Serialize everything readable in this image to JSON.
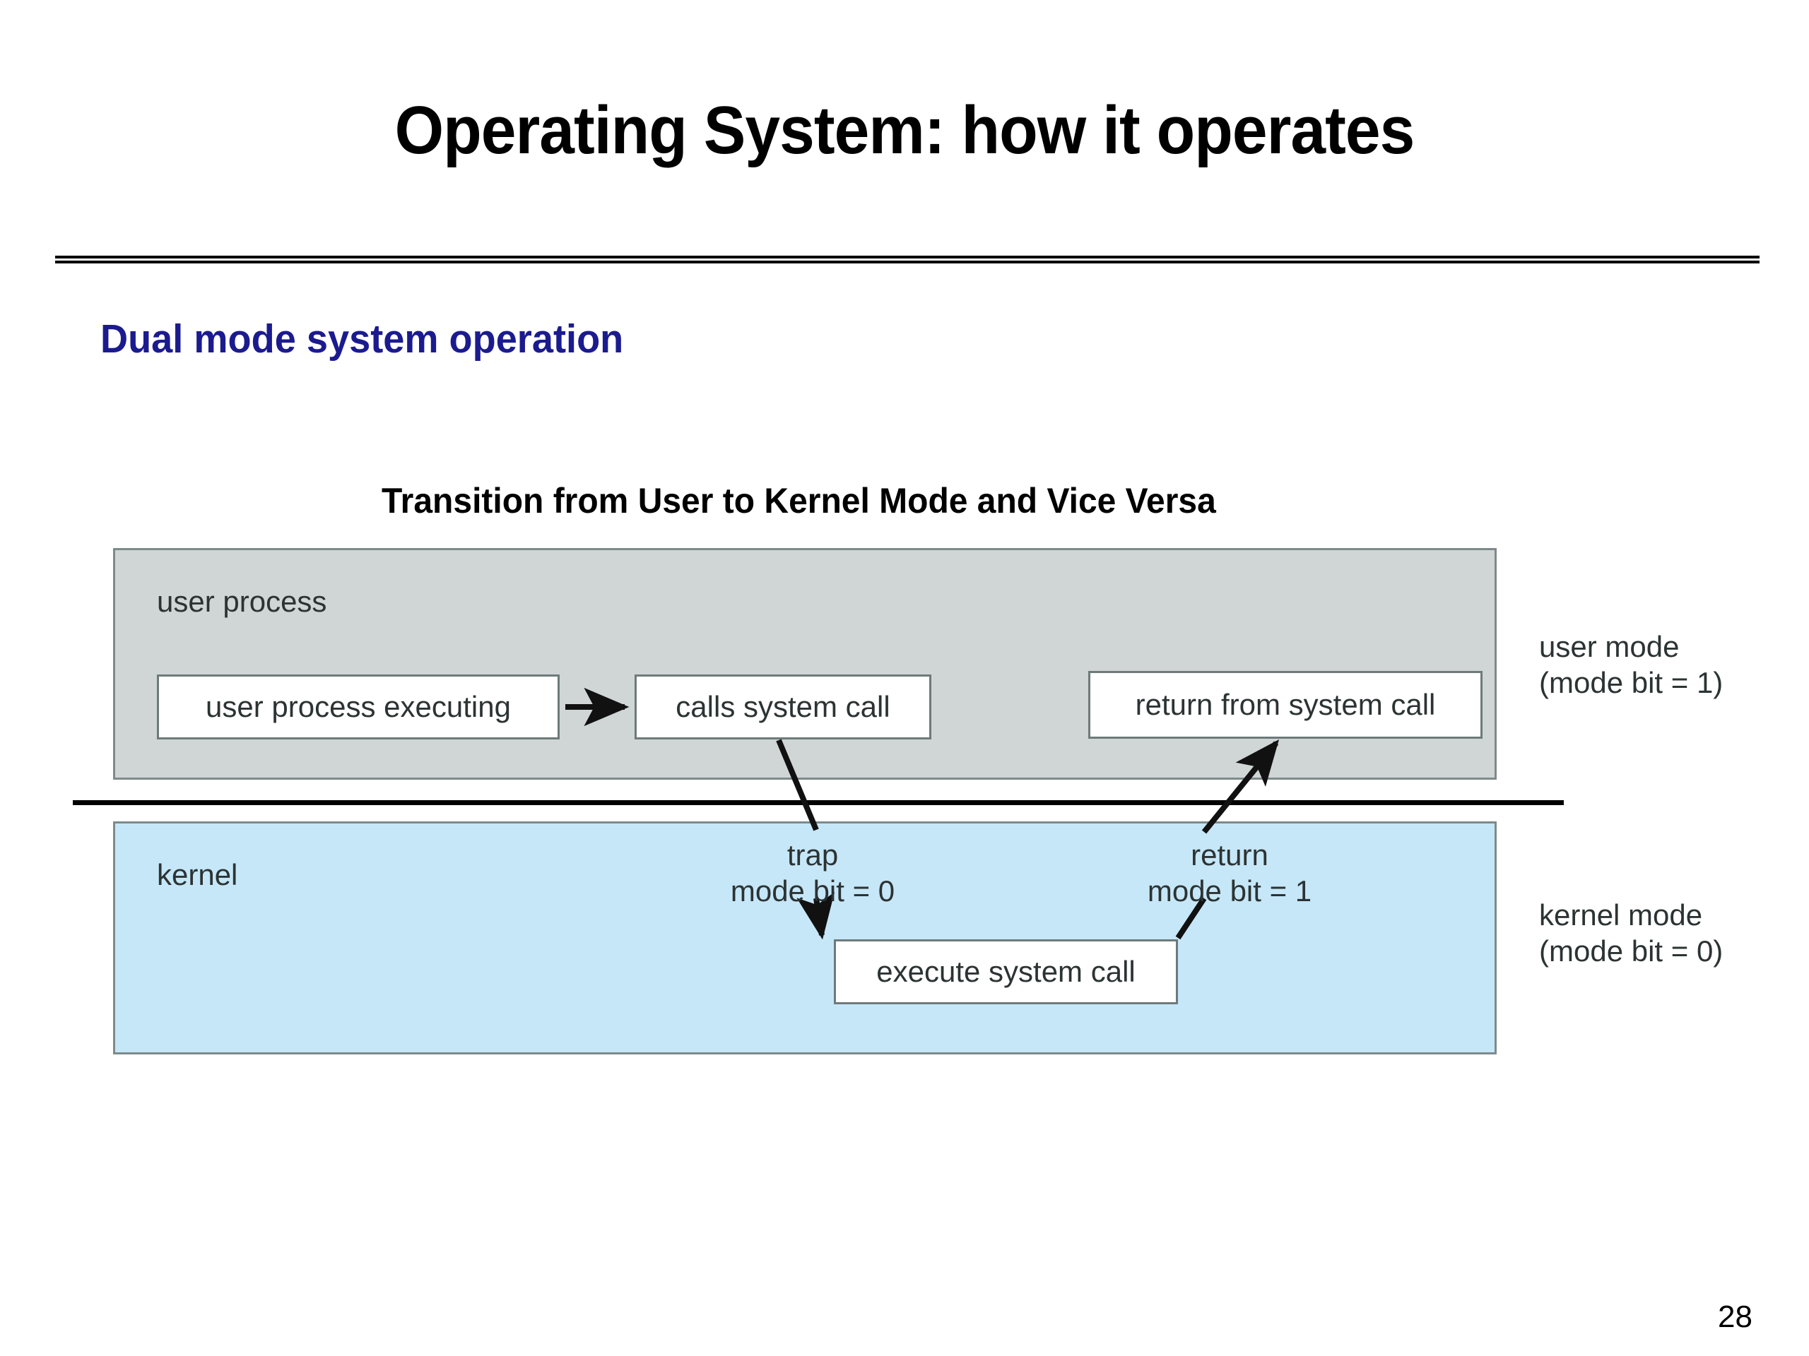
{
  "slide": {
    "title": "Operating System: how it operates",
    "subtitle": "Dual mode system operation",
    "page_number": "28"
  },
  "figure": {
    "caption": "Transition from User to Kernel Mode and Vice Versa",
    "panels": {
      "user": {
        "label": "user process",
        "color": "#d0d5d5"
      },
      "kernel": {
        "label": "kernel",
        "color": "#c6e7f8"
      }
    },
    "boxes": {
      "user_executing": "user process executing",
      "calls_system_call": "calls system call",
      "return_from_system_call": "return from system call",
      "execute_system_call": "execute system call"
    },
    "legends": {
      "user_mode_line1": "user mode",
      "user_mode_line2": "(mode bit = 1)",
      "kernel_mode_line1": "kernel mode",
      "kernel_mode_line2": "(mode bit = 0)"
    },
    "annotations": {
      "trap_line1": "trap",
      "trap_line2": "mode bit = 0",
      "return_line1": "return",
      "return_line2": "mode bit = 1"
    }
  },
  "colors": {
    "subtitle_blue": "#1b1b8f",
    "panel_gray": "#d0d5d5",
    "panel_blue": "#c6e7f8",
    "box_border": "#6e7a7a",
    "text": "#2c3333"
  }
}
